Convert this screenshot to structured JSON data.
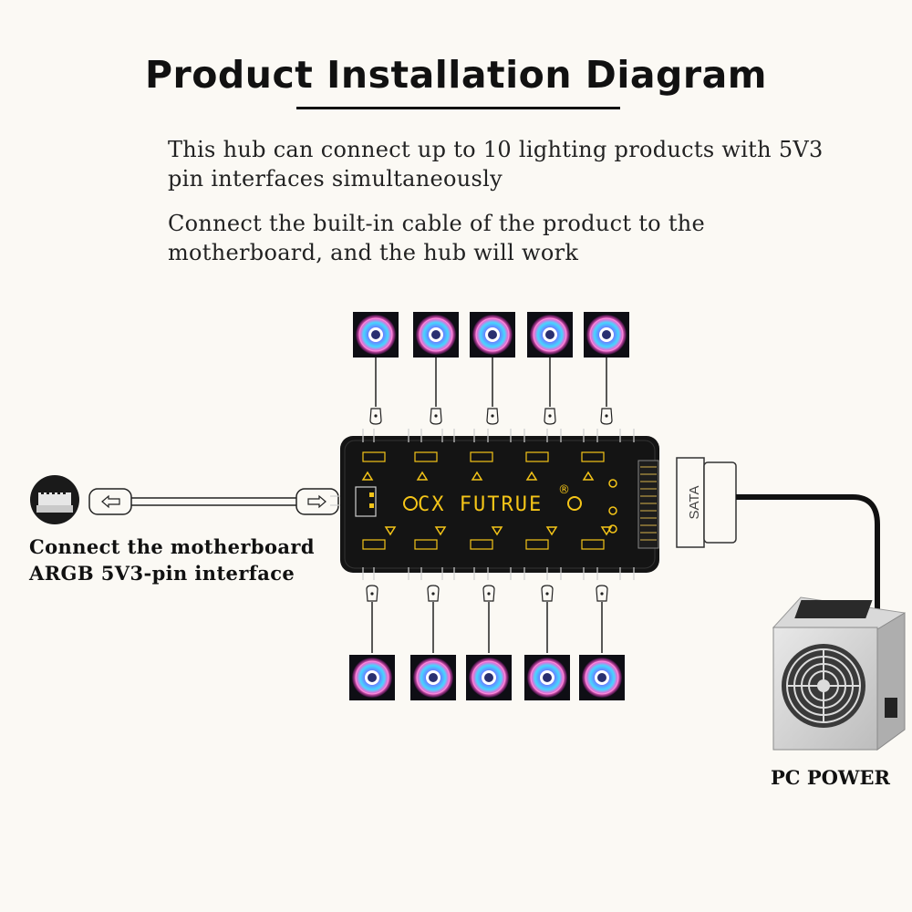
{
  "header": {
    "title": "Product Installation Diagram"
  },
  "description": {
    "line1": "This hub can connect up to 10 lighting products with 5V3 pin interfaces simultaneously",
    "line2": "Connect the built-in cable of the product to the motherboard, and the hub will work"
  },
  "hub": {
    "brand": "CX  FUTRUE",
    "trademark": "®"
  },
  "sata": {
    "label": "SATA"
  },
  "labels": {
    "motherboard_line1": "Connect the motherboard",
    "motherboard_line2": "ARGB 5V3-pin interface",
    "psu": "PC POWER"
  },
  "colors": {
    "hub_body": "#141414",
    "hub_accent": "#f5c518",
    "cable": "#111111",
    "fan_glow_pink": "#ff5fd2",
    "fan_glow_cyan": "#45d6ff",
    "fan_glow_blue": "#4a5cff"
  },
  "icons": {
    "fan": "rgb-fan-icon",
    "connector": "3pin-connector-icon",
    "psu": "power-supply-icon",
    "motherboard": "motherboard-connector-icon"
  }
}
